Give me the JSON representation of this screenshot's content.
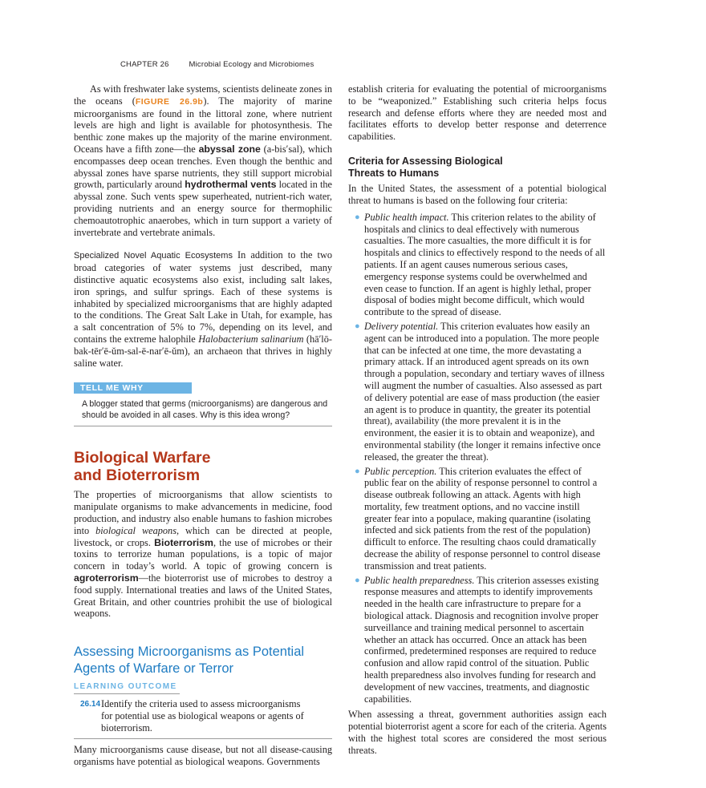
{
  "running_head": {
    "chapter": "CHAPTER 26",
    "title": "Microbial Ecology and Microbiomes"
  },
  "left": {
    "p1_a": "As with freshwater lake systems, scientists delineate zones in the oceans (",
    "p1_figref": "FIGURE 26.9b",
    "p1_b": "). The majority of marine microorganisms are found in the littoral zone, where nutrient levels are high and light is available for photosynthesis. The benthic zone makes up the majority of the marine environment. Oceans have a fifth zone—the ",
    "p1_term1": "abyssal zone",
    "p1_c": " (a-bis′sal), which encompasses deep ocean trenches. Even though the benthic and abyssal zones have sparse nutrients, they still support microbial growth, particularly around ",
    "p1_term2": "hydrothermal vents",
    "p1_d": " located in the abyssal zone. Such vents spew superheated, nutrient-rich water, providing nutrients and an energy source for thermophilic chemoautotrophic anaerobes, which in turn support a variety of invertebrate and vertebrate animals.",
    "p2_runin": "Specialized Novel Aquatic Ecosystems",
    "p2_a": " In addition to the two broad categories of water systems just described, many distinctive aquatic ecosystems also exist, including salt lakes, iron springs, and sulfur springs. Each of these systems is inhabited by specialized microorganisms that are highly adapted to the conditions. The Great Salt Lake in Utah, for example, has a salt concentration of 5% to 7%, depending on its level, and contains the extreme halophile ",
    "p2_species": "Halobacterium salinarium",
    "p2_b": " (hā′lō-bak-tēr′ē-ŭm-sal-ē-nar′ē-ŭm), an archaeon that thrives in highly saline water.",
    "tell_me_why": {
      "label": "TELL ME WHY",
      "text": "A blogger stated that germs (microorganisms) are dangerous and should be avoided in all cases. Why is this idea wrong?"
    },
    "h1_line1": "Biological Warfare",
    "h1_line2": "and Bioterrorism",
    "p3_a": "The properties of microorganisms that allow scientists to manipulate organisms to make advancements in medicine, food production, and industry also enable humans to fashion microbes into ",
    "p3_italic": "biological weapons",
    "p3_b": ", which can be directed at people, livestock, or crops. ",
    "p3_term1": "Bioterrorism",
    "p3_c": ", the use of microbes or their toxins to terrorize human populations, is a topic of major concern in today’s world. A topic of growing concern is ",
    "p3_term2": "agroterrorism",
    "p3_d": "—the bioterrorist use of microbes to destroy a food supply. International treaties and laws of the United States, Great Britain, and other countries prohibit the use of biological weapons.",
    "h2_line1": "Assessing Microorganisms as Potential",
    "h2_line2": "Agents of Warfare or Terror",
    "lo_label": "LEARNING OUTCOME",
    "lo_num": "26.14",
    "lo_text": "Identify the criteria used to assess microorganisms for potential use as biological weapons or agents of bioterrorism.",
    "p4": "Many microorganisms cause disease, but not all disease-causing organisms have potential as biological weapons. Governments"
  },
  "right": {
    "p1": "establish criteria for evaluating the potential of microorganisms to be “weaponized.” Establishing such criteria helps focus research and defense efforts where they are needed most and facilitates efforts to develop better response and deterrence capabilities.",
    "h3_line1": "Criteria for Assessing Biological",
    "h3_line2": "Threats to Humans",
    "p2": "In the United States, the assessment of a potential biological threat to humans is based on the following four criteria:",
    "bullets": [
      {
        "title": "Public health impact.",
        "text": " This criterion relates to the ability of hospitals and clinics to deal effectively with numerous casualties. The more casualties, the more difficult it is for hospitals and clinics to effectively respond to the needs of all patients. If an agent causes numerous serious cases, emergency response systems could be overwhelmed and even cease to function. If an agent is highly lethal, proper disposal of bodies might become difficult, which would contribute to the spread of disease."
      },
      {
        "title": "Delivery potential.",
        "text": " This criterion evaluates how easily an agent can be introduced into a population. The more people that can be infected at one time, the more devastating a primary attack. If an introduced agent spreads on its own through a population, secondary and tertiary waves of illness will augment the number of casualties. Also assessed as part of delivery potential are ease of mass production (the easier an agent is to produce in quantity, the greater its potential threat), availability (the more prevalent it is in the environment, the easier it is to obtain and weaponize), and environmental stability (the longer it remains infective once released, the greater the threat)."
      },
      {
        "title": "Public perception.",
        "text": " This criterion evaluates the effect of public fear on the ability of response personnel to control a disease outbreak following an attack. Agents with high mortality, few treatment options, and no vaccine instill greater fear into a populace, making quarantine (isolating infected and sick patients from the rest of the population) difficult to enforce. The resulting chaos could dramatically decrease the ability of response personnel to control disease transmission and treat patients."
      },
      {
        "title": "Public health preparedness.",
        "text": " This criterion assesses existing response measures and attempts to identify improvements needed in the health care infrastructure to prepare for a biological attack. Diagnosis and recognition involve proper surveillance and training medical personnel to ascertain whether an attack has occurred. Once an attack has been confirmed, predetermined responses are required to reduce confusion and allow rapid control of the situation. Public health preparedness also involves funding for research and development of new vaccines, treatments, and diagnostic capabilities."
      }
    ],
    "p3": "When assessing a threat, government authorities assign each potential bioterrorist agent a score for each of the criteria. Agents with the highest total scores are considered the most serious threats."
  }
}
